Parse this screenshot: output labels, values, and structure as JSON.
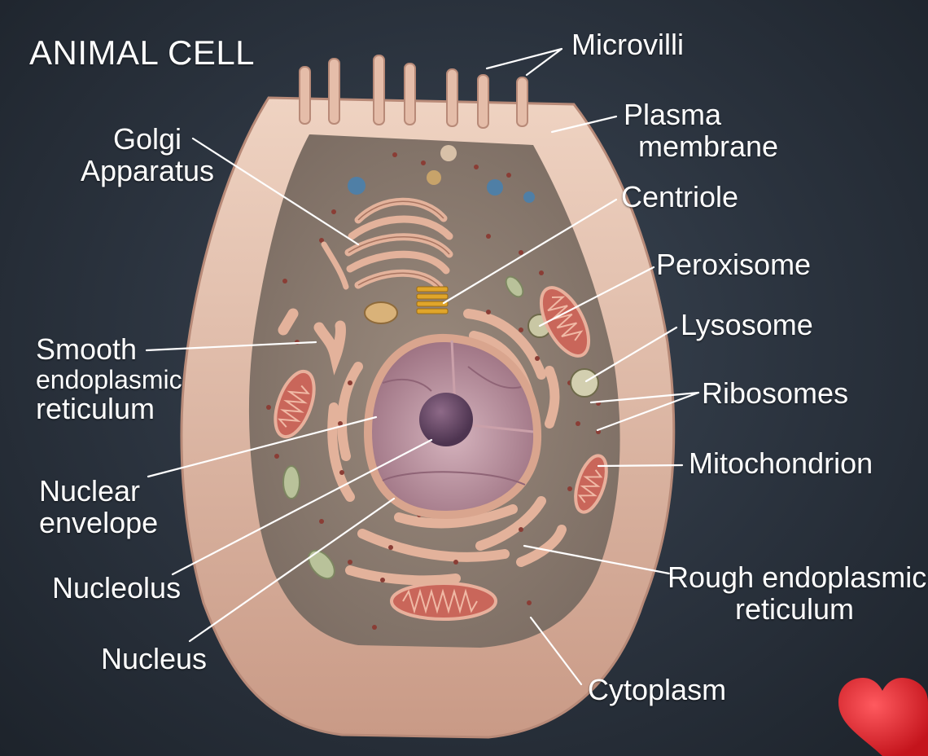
{
  "title": "ANIMAL CELL",
  "labels": {
    "microvilli": "Microvilli",
    "plasma_membrane": [
      "Plasma",
      "membrane"
    ],
    "golgi": [
      "Golgi",
      "Apparatus"
    ],
    "centriole": "Centriole",
    "peroxisome": "Peroxisome",
    "lysosome": "Lysosome",
    "smooth_er": [
      "Smooth",
      "endoplasmic",
      "reticulum"
    ],
    "ribosomes": "Ribosomes",
    "mitochondrion": "Mitochondrion",
    "nuclear_envelope": [
      "Nuclear",
      "envelope"
    ],
    "nucleolus": "Nucleolus",
    "rough_er": [
      "Rough endoplasmic",
      "reticulum"
    ],
    "nucleus": "Nucleus",
    "cytoplasm": "Cytoplasm"
  },
  "colors": {
    "background": "#2a323d",
    "membrane": "#e8c4b0",
    "cytoplasm": "#8a7b70",
    "organelle": "#d9a58e",
    "nucleus": "#b98f9f",
    "nucleolus": "#6e4d6c",
    "mitochondrion": "#c9665a",
    "heart": "#e0232b",
    "text": "#ffffff"
  },
  "decorations": [
    "heart-emoji"
  ]
}
